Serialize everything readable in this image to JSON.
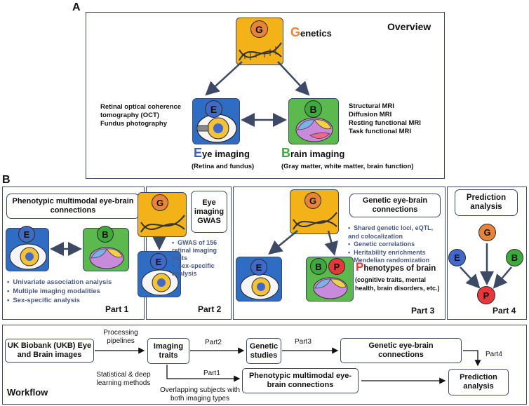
{
  "panel_a": {
    "letter": "A",
    "title": "Overview",
    "genetics_initial": "G",
    "genetics_rest": "enetics",
    "eye_modalities": [
      "Retinal optical coherence",
      "tomography (OCT)",
      "Fundus photography"
    ],
    "brain_modalities": [
      "Structural MRI",
      "Diffusion MRI",
      "Resting functional MRI",
      "Task functional MRI"
    ],
    "eye_title_initial": "E",
    "eye_title_rest": "ye imaging",
    "eye_subtitle": "(Retina and fundus)",
    "brain_title_initial": "B",
    "brain_title_rest": "rain imaging",
    "brain_subtitle": "(Gray matter, white matter, brain function)"
  },
  "panel_b": {
    "letter": "B",
    "part1": {
      "title": "Phenotypic multimodal eye-brain connections",
      "bullets": [
        "Univariate association analysis",
        "Multiple imaging modalities",
        "Sex-specific analysis"
      ],
      "label": "Part 1"
    },
    "part2": {
      "title": "Eye imaging GWAS",
      "bullets": [
        "GWAS of 156 retinal imaging traits",
        "Sex-specific analysis"
      ],
      "label": "Part 2"
    },
    "part3": {
      "title": "Genetic eye-brain connections",
      "bullets": [
        "Shared genetic loci, eQTL, and colocalization",
        "Genetic correlations",
        "Heritability enrichments",
        "Mendelian randomization"
      ],
      "phen_initial": "P",
      "phen_rest": "henotypes of brain",
      "phen_sub": "(cognitive traits, mental health, brain disorders, etc.)",
      "label": "Part 3"
    },
    "part4": {
      "title": "Prediction analysis",
      "label": "Part 4"
    }
  },
  "bubbles": {
    "g": "G",
    "e": "E",
    "b": "B",
    "p": "P"
  },
  "workflow": {
    "label": "Workflow",
    "ukb": "UK Biobank (UKB) Eye and Brain images",
    "processing": "Processing pipelines",
    "statistical": "Statistical & deep learning methods",
    "imaging_traits": "Imaging traits",
    "genetic_studies": "Genetic studies",
    "genetic_connections": "Genetic eye-brain connections",
    "phenotypic_connections": "Phenotypic multimodal eye-brain connections",
    "prediction": "Prediction analysis",
    "overlap": "Overlapping subjects with both imaging types",
    "part1": "Part1",
    "part2": "Part2",
    "part3": "Part3",
    "part4": "Part4"
  },
  "colors": {
    "g": "#e8833a",
    "e": "#4169c8",
    "b": "#3eaa3e",
    "p": "#e8373a",
    "border": "#3c4a66",
    "bullet_text": "#4a5a86"
  }
}
